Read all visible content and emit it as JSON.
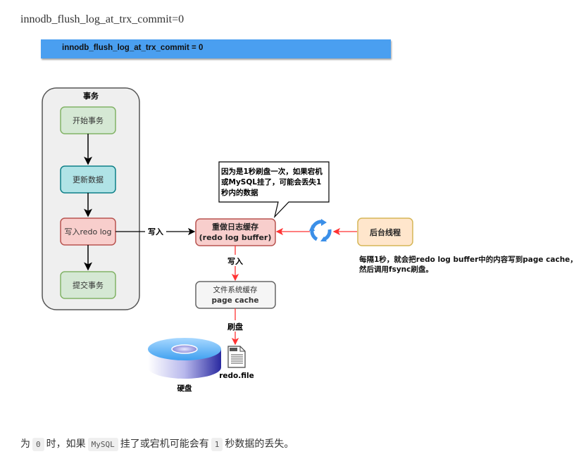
{
  "heading": "innodb_flush_log_at_trx_commit=0",
  "banner": "innodb_flush_log_at_trx_commit = 0",
  "diagram": {
    "transaction_group": {
      "title": "事务",
      "steps": [
        "开始事务",
        "更新数据",
        "写入redo log",
        "提交事务"
      ]
    },
    "edge_write_1": "写入",
    "redo_buffer": {
      "line1": "重做日志缓存",
      "line2": "(redo log buffer)"
    },
    "callout": {
      "line1": "因为是1秒刷盘一次，如果宕机",
      "line2": "或MySQL挂了，可能会丢失1",
      "line3": "秒内的数据"
    },
    "background_thread": "后台线程",
    "thread_note": {
      "line1": "每隔1秒，就会把redo log buffer中的内容写到page cache，",
      "line2": "然后调用fsync刷盘。"
    },
    "edge_write_2": "写入",
    "page_cache": {
      "line1": "文件系统缓存",
      "line2": "page cache"
    },
    "edge_flush": "刷盘",
    "disk_label": "硬盘",
    "file_label": "redo.file",
    "colors": {
      "green_fill": "#d5e8d4",
      "green_stroke": "#82b366",
      "teal_fill": "#b0e3e6",
      "teal_stroke": "#0e8088",
      "red_fill": "#f8cecc",
      "red_stroke": "#b85450",
      "orange_fill": "#ffe6cc",
      "orange_stroke": "#d6b656",
      "arrow_red": "#ff3333",
      "banner": "#4a9ff0"
    }
  },
  "footer": {
    "t1": "为",
    "c1": "0",
    "t2": "时，如果",
    "c2": "MySQL",
    "t3": "挂了或宕机可能会有",
    "c3": "1",
    "t4": "秒数据的丢失。"
  }
}
